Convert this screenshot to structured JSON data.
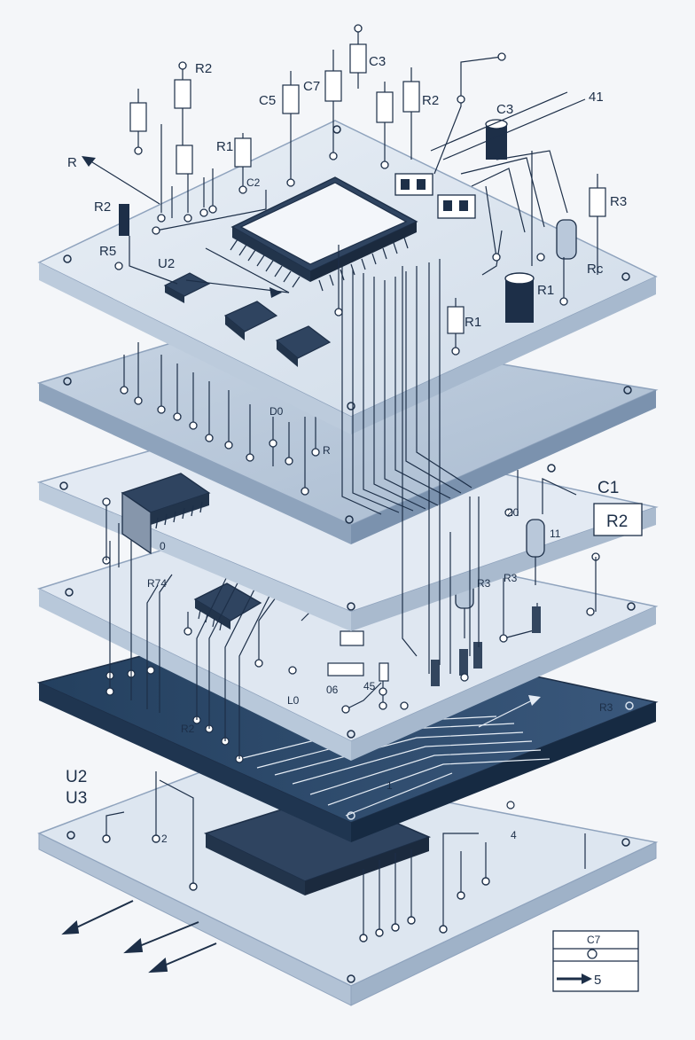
{
  "colors": {
    "ink": "#1d2f48",
    "board_light": "#d8e2ee",
    "board_light_top": "#e6edf5",
    "board_mid": "#b9c8da",
    "board_dark": "#2e4a6c",
    "chip": "#33465f",
    "edge": "#8fa3bd"
  },
  "layer1": {
    "labels": {
      "r2_top": "R2",
      "r1_top": "R1",
      "c5": "C5",
      "c7": "C7",
      "c3_top": "C3",
      "r2_mid": "R2",
      "c3_mid": "C3",
      "ref_41": "41",
      "r_arrow": "R",
      "r2_left": "R2",
      "r5": "R5",
      "u2": "U2",
      "r3": "R3",
      "rc": "Rc",
      "r1_right": "R1",
      "r1_lower": "R1",
      "c2": "C2"
    }
  },
  "layer2": {
    "labels": {
      "d0": "D0",
      "r_small": "R"
    }
  },
  "layer3": {
    "labels": {
      "c1": "C1",
      "r2_box": "R2",
      "n20": "20",
      "n11": "11",
      "d0_chip": "0"
    }
  },
  "layer4": {
    "labels": {
      "r74": "R74",
      "r3_a": "R3",
      "r3_b": "R3",
      "l0": "L0",
      "n06": "06",
      "n45": "45"
    }
  },
  "layer5": {
    "labels": {
      "r2_trace": "R2",
      "r3_right": "R3",
      "n1": "1"
    }
  },
  "layer6": {
    "labels": {
      "u2": "U2",
      "u3": "U3",
      "n2": "2",
      "n4": "4"
    }
  },
  "legend": {
    "c7": "C7",
    "n5": "5"
  }
}
